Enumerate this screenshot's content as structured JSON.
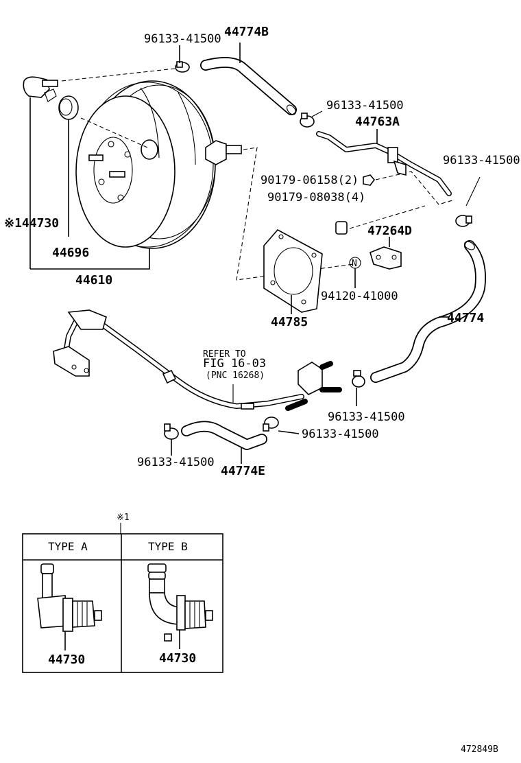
{
  "labels": {
    "clip_top_left": "96133-41500",
    "hose_top": "44774B",
    "clip_mid": "96133-41500",
    "pipe_a": "44763A",
    "clip_right": "96133-41500",
    "nut_2": "90179-06158(2)",
    "nut_4": "90179-08038(4)",
    "bracket": "47264D",
    "check_valve": "※144730",
    "grommet": "44696",
    "booster": "44610",
    "clip_n": "94120-41000",
    "gasket": "44785",
    "hose_right": "44774",
    "refer_1": "REFER TO",
    "refer_2": "FIG 16-03",
    "refer_3": "(PNC 16268)",
    "clip_bottom_right": "96133-41500",
    "clip_bottom_mid": "96133-41500",
    "clip_bottom_left": "96133-41500",
    "hose_bottom": "44774E",
    "n_mark": "N"
  },
  "inset": {
    "marker": "※1",
    "type_a": "TYPE A",
    "type_b": "TYPE B",
    "part_a": "44730",
    "part_b": "44730"
  },
  "figure_id": "472849B"
}
